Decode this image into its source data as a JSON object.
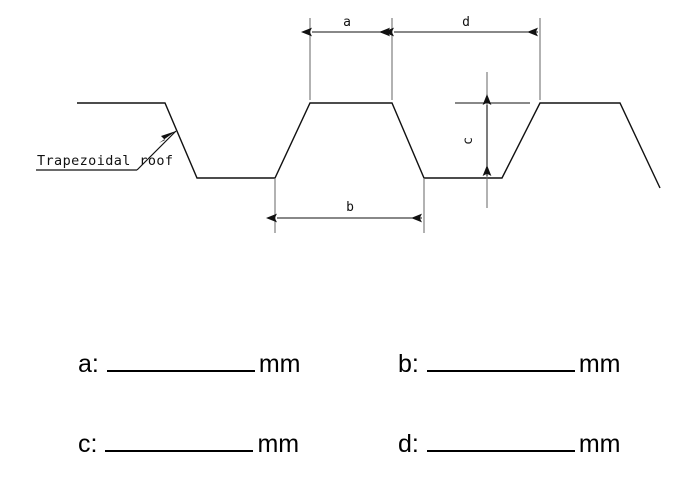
{
  "drawing": {
    "annotation": {
      "roof_label": "Trapezoidal roof"
    },
    "dimensions": {
      "a": "a",
      "b": "b",
      "c": "c",
      "d": "d"
    }
  },
  "form": {
    "unit": "mm",
    "fields": [
      {
        "key": "a:",
        "value": "",
        "unit": "mm"
      },
      {
        "key": "b:",
        "value": "",
        "unit": "mm"
      },
      {
        "key": "c:",
        "value": "",
        "unit": "mm"
      },
      {
        "key": "d:",
        "value": "",
        "unit": "mm"
      }
    ]
  },
  "colors": {
    "line": "#111111",
    "text": "#000000",
    "background": "#ffffff"
  }
}
